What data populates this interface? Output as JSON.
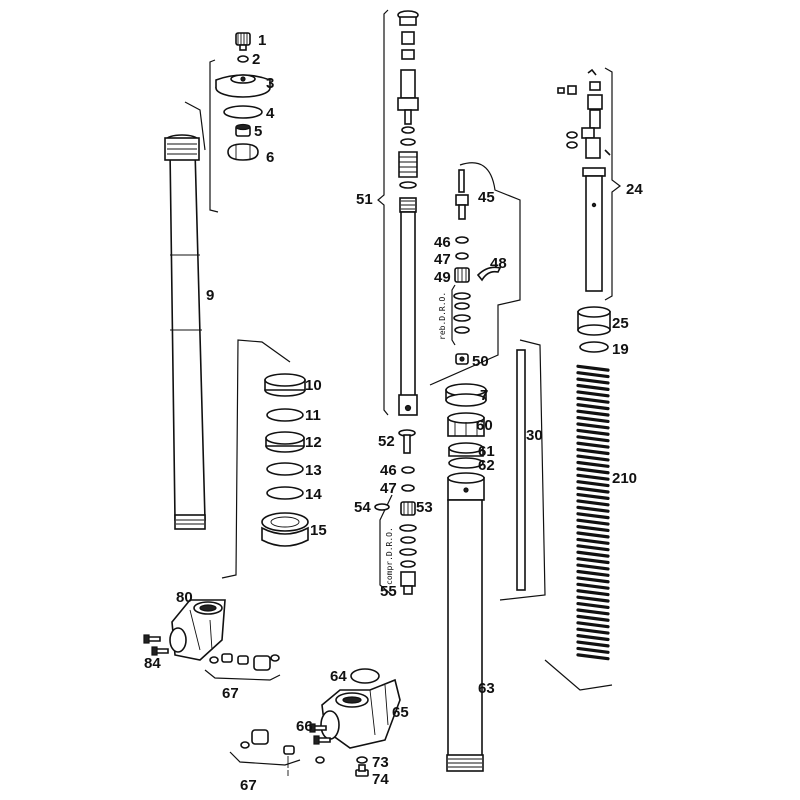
{
  "labels": {
    "p1": "1",
    "p2": "2",
    "p3": "3",
    "p4": "4",
    "p5": "5",
    "p6": "6",
    "p7": "7",
    "p9": "9",
    "p10": "10",
    "p11": "11",
    "p12": "12",
    "p13": "13",
    "p14": "14",
    "p15": "15",
    "p19": "19",
    "p24": "24",
    "p25": "25",
    "p30": "30",
    "p45": "45",
    "p46a": "46",
    "p46b": "46",
    "p47a": "47",
    "p47b": "47",
    "p48": "48",
    "p49": "49",
    "p50": "50",
    "p51": "51",
    "p52": "52",
    "p53": "53",
    "p54": "54",
    "p55": "55",
    "p60": "60",
    "p61": "61",
    "p62": "62",
    "p63": "63",
    "p64": "64",
    "p65": "65",
    "p66": "66",
    "p67a": "67",
    "p67b": "67",
    "p73": "73",
    "p74": "74",
    "p80": "80",
    "p84": "84",
    "p210": "210"
  },
  "annotations": {
    "reb": "reb.D.R.O.",
    "compr": "compr.D.R.O."
  }
}
